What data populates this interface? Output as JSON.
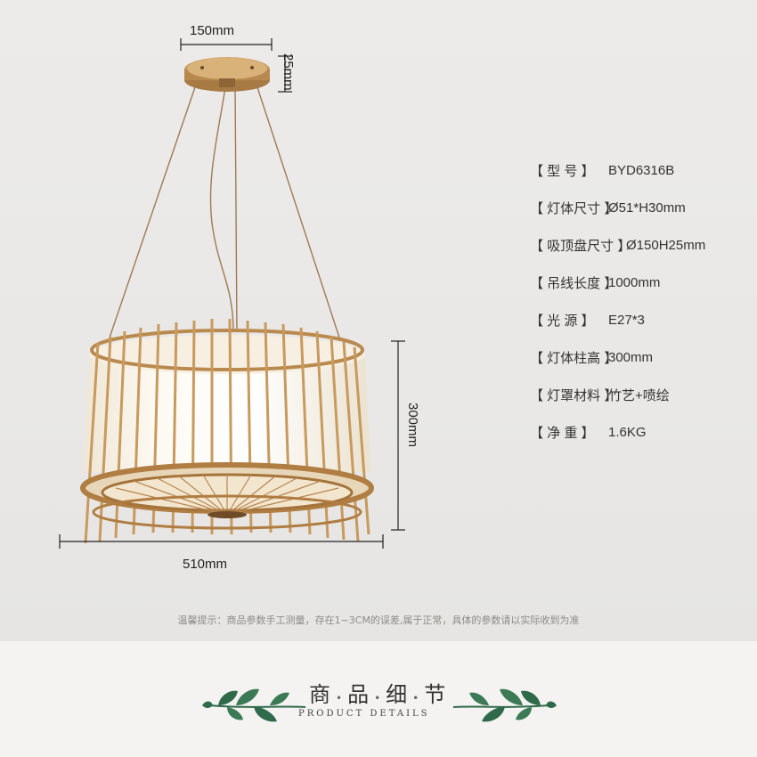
{
  "dimensions": {
    "top_width": "150mm",
    "canopy_height": "25mm",
    "shade_height": "300mm",
    "shade_width": "510mm"
  },
  "specs": [
    {
      "label": "【 型        号 】",
      "value": "BYD6316B"
    },
    {
      "label": "【 灯体尺寸 】",
      "value": "Ø51*H30mm"
    },
    {
      "label": "【 吸顶盘尺寸 】",
      "value": "Ø150H25mm"
    },
    {
      "label": "【 吊线长度 】",
      "value": "1000mm"
    },
    {
      "label": "【 光        源 】",
      "value": "E27*3"
    },
    {
      "label": "【 灯体柱高 】",
      "value": "300mm"
    },
    {
      "label": "【 灯罩材料 】",
      "value": "竹艺+喷绘"
    },
    {
      "label": "【 净        重 】",
      "value": "1.6KG"
    }
  ],
  "note": "温馨提示：商品参数手工测量，存在1~3CM的误差,属于正常，具体的参数请以实际收到为准",
  "footer": {
    "chars": [
      "商",
      "品",
      "细",
      "节"
    ],
    "subtitle": "PRODUCT DETAILS"
  },
  "colors": {
    "bamboo": "#c89a5e",
    "shade": "#fbf7ee",
    "leaf": "#2f6a4a"
  }
}
